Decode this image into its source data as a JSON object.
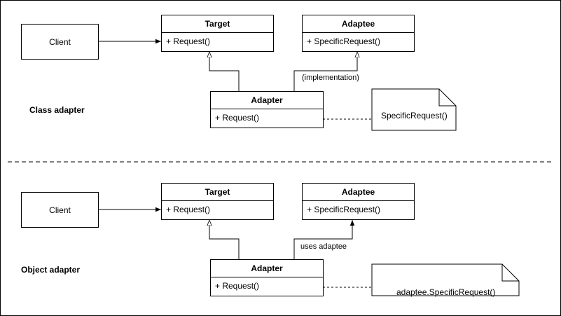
{
  "class_adapter": {
    "section_label": "Class adapter",
    "client": "Client",
    "target": {
      "name": "Target",
      "op": "+ Request()"
    },
    "adaptee": {
      "name": "Adaptee",
      "op": "+ SpecificRequest()"
    },
    "adapter": {
      "name": "Adapter",
      "op": "+ Request()"
    },
    "edge_label": "(implementation)",
    "note": "SpecificRequest()"
  },
  "object_adapter": {
    "section_label": "Object adapter",
    "client": "Client",
    "target": {
      "name": "Target",
      "op": "+ Request()"
    },
    "adaptee": {
      "name": "Adaptee",
      "op": "+ SpecificRequest()"
    },
    "adapter": {
      "name": "Adapter",
      "op": "+ Request()"
    },
    "edge_label": "uses adaptee",
    "note": "adaptee.SpecificRequest()"
  }
}
